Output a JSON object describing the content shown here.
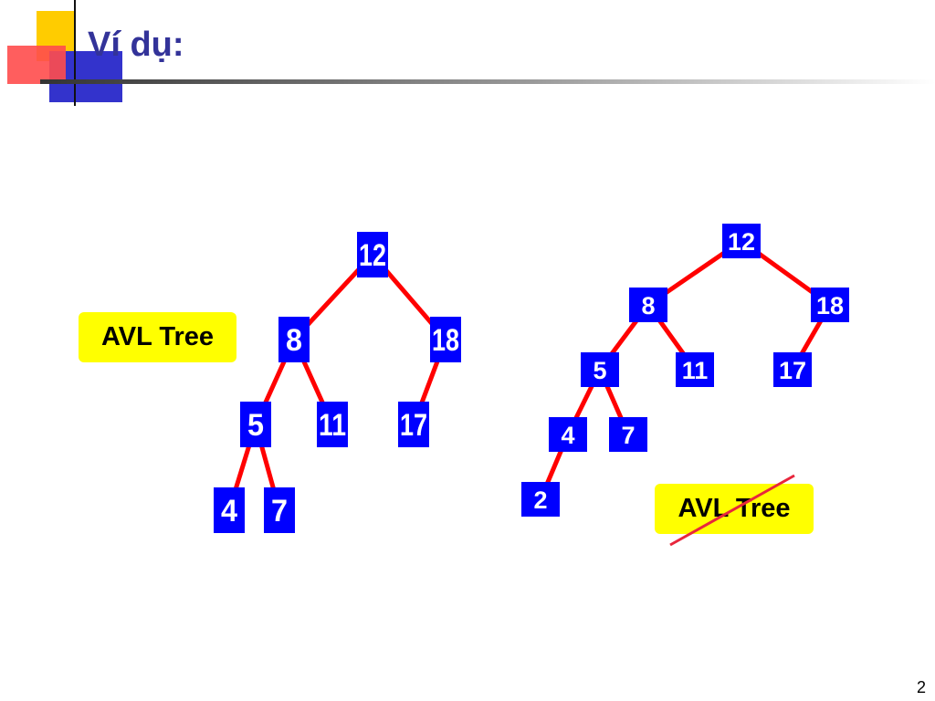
{
  "slide": {
    "title": "Ví dụ:",
    "page_number": "2"
  },
  "colors": {
    "title": "#333399",
    "node_fill": "#0000ff",
    "node_text": "#ffffff",
    "edge": "#ff0000",
    "label_bg": "#ffff00",
    "strike": "#e8263c"
  },
  "trees": [
    {
      "label": "AVL Tree",
      "is_avl": true,
      "nodes": [
        {
          "id": "t1-12",
          "value": "12"
        },
        {
          "id": "t1-8",
          "value": "8"
        },
        {
          "id": "t1-18",
          "value": "18"
        },
        {
          "id": "t1-5",
          "value": "5"
        },
        {
          "id": "t1-11",
          "value": "11"
        },
        {
          "id": "t1-17",
          "value": "17"
        },
        {
          "id": "t1-4",
          "value": "4"
        },
        {
          "id": "t1-7",
          "value": "7"
        }
      ],
      "edges": [
        [
          "t1-12",
          "t1-8"
        ],
        [
          "t1-12",
          "t1-18"
        ],
        [
          "t1-8",
          "t1-5"
        ],
        [
          "t1-8",
          "t1-11"
        ],
        [
          "t1-18",
          "t1-17"
        ],
        [
          "t1-5",
          "t1-4"
        ],
        [
          "t1-5",
          "t1-7"
        ]
      ]
    },
    {
      "label": "AVL Tree",
      "is_avl": false,
      "nodes": [
        {
          "id": "t2-12",
          "value": "12"
        },
        {
          "id": "t2-8",
          "value": "8"
        },
        {
          "id": "t2-18",
          "value": "18"
        },
        {
          "id": "t2-5",
          "value": "5"
        },
        {
          "id": "t2-11",
          "value": "11"
        },
        {
          "id": "t2-17",
          "value": "17"
        },
        {
          "id": "t2-4",
          "value": "4"
        },
        {
          "id": "t2-7",
          "value": "7"
        },
        {
          "id": "t2-2",
          "value": "2"
        }
      ],
      "edges": [
        [
          "t2-12",
          "t2-8"
        ],
        [
          "t2-12",
          "t2-18"
        ],
        [
          "t2-8",
          "t2-5"
        ],
        [
          "t2-8",
          "t2-11"
        ],
        [
          "t2-18",
          "t2-17"
        ],
        [
          "t2-5",
          "t2-4"
        ],
        [
          "t2-5",
          "t2-7"
        ],
        [
          "t2-4",
          "t2-2"
        ]
      ]
    }
  ]
}
